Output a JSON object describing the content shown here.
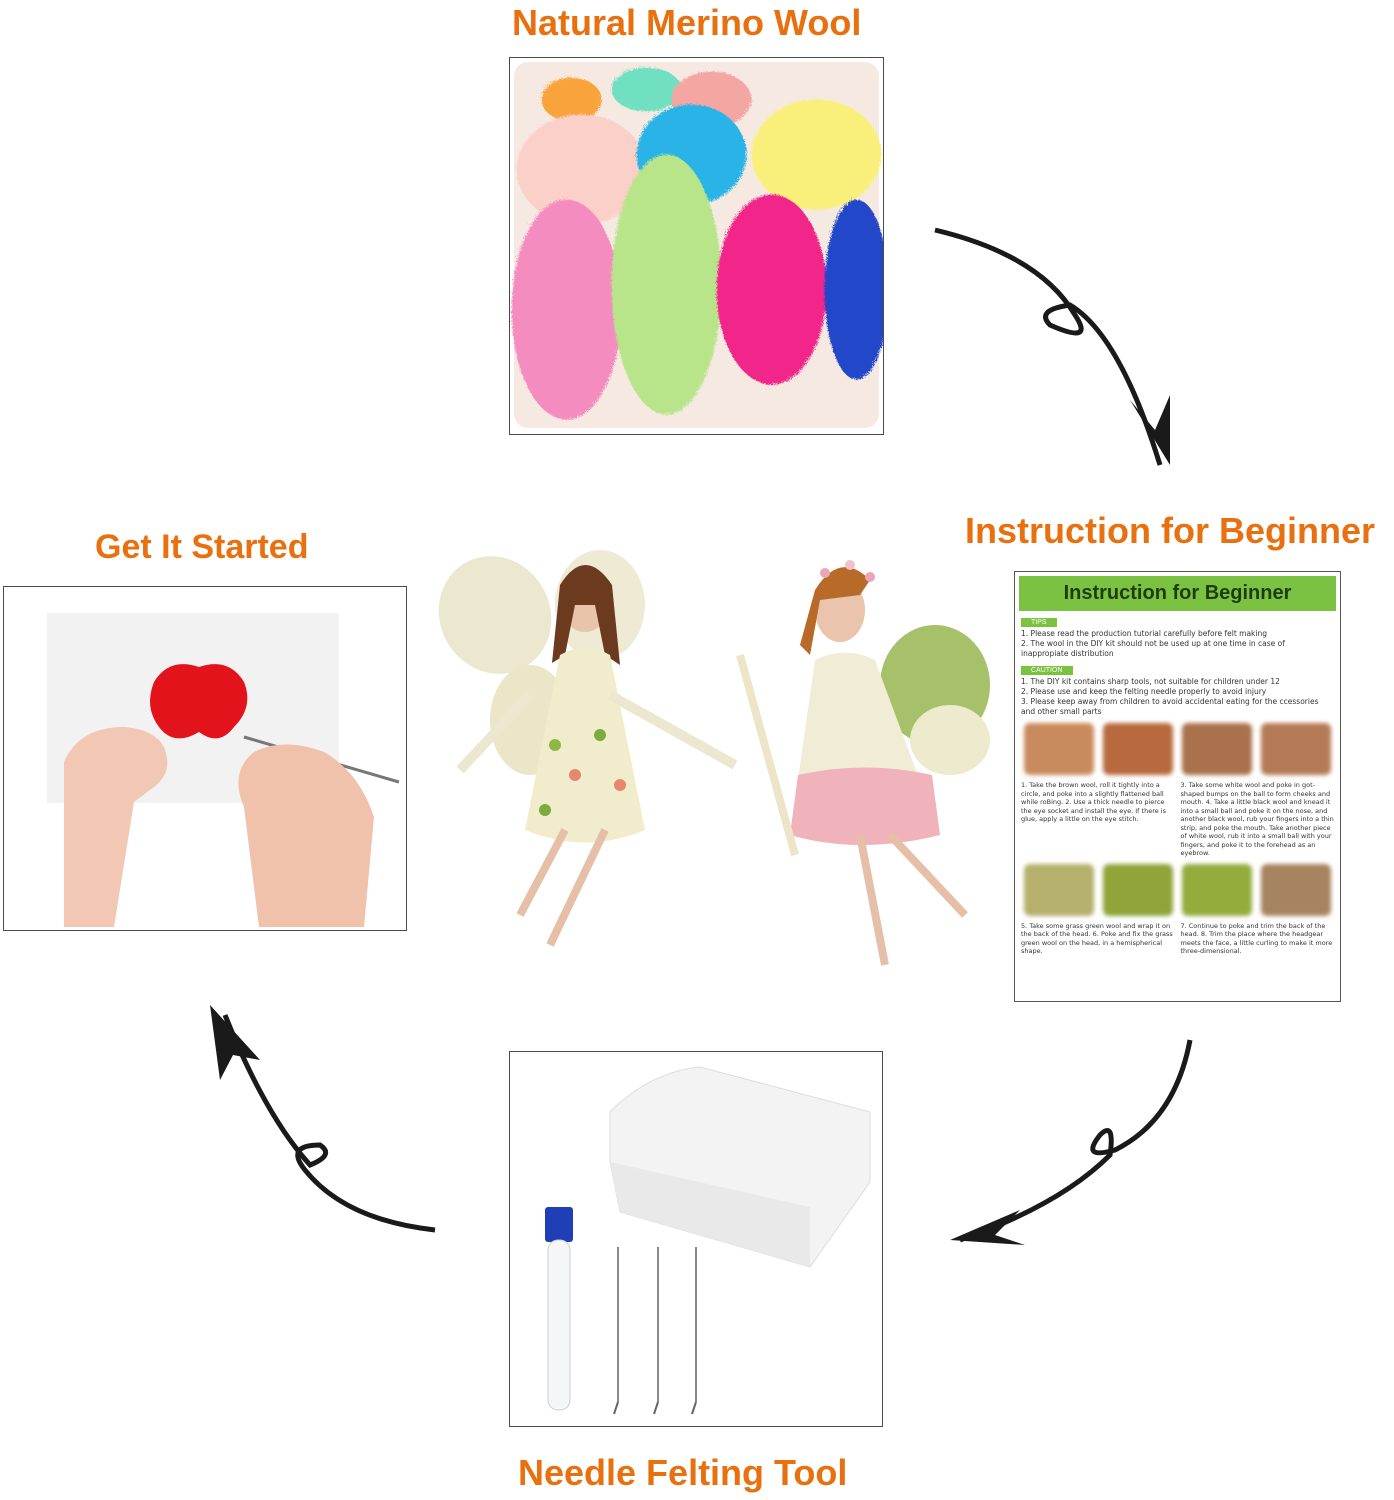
{
  "labels": {
    "wool": "Natural Merino Wool",
    "instruction": "Instruction for Beginner",
    "started": "Get It Started",
    "tool": "Needle Felting Tool"
  },
  "instruction_doc": {
    "header": "Instruction for Beginner",
    "tips_tag": "TIPS",
    "tips": [
      "1. Please read the production tutorial carefully before felt making",
      "2. The wool in the DIY kit should not be used up at one time in case of inappropiate distribution"
    ],
    "caution_tag": "CAUTION",
    "caution": [
      "1. The DIY kit contains sharp tools, not suitable for children under 12",
      "2. Please use and keep the felting needle properly to avoid injury",
      "3. Please keep away from children to avoid accidental eating for the ccessories and other small parts"
    ],
    "steps_a_left": "1. Take the brown wool, roll it tightly into a circle, and poke into a slightly flattened ball while roBing. 2. Use a thick needle to pierce the eye socket and install the eye. If there is glue, apply a little on the eye stitch.",
    "steps_a_right": "3. Take some white wool and poke in got-shaped bumps on the ball to form cheeks and mouth. 4. Take a little black wool and knead it into a small ball and poke it on the nose, and another black wool, rub your fingers into a thin strip, and poke the mouth. Take another piece of white wool, rub it into a small ball with your fingers, and poke it to the forehead as an eyebrow.",
    "steps_b_left": "5. Take some grass green wool and wrap it on the back of the head. 6. Poke and fix the grass green wool on the head, in a hemispherical shape.",
    "steps_b_right": "7. Continue to poke and trim the back of the head. 8. Trim the place where the headgear meets the face, a little curling to make it more three-dimensional."
  },
  "colors": {
    "label": "#e8700f",
    "doc_green": "#7cc242",
    "arrow": "#1a1a1a"
  }
}
